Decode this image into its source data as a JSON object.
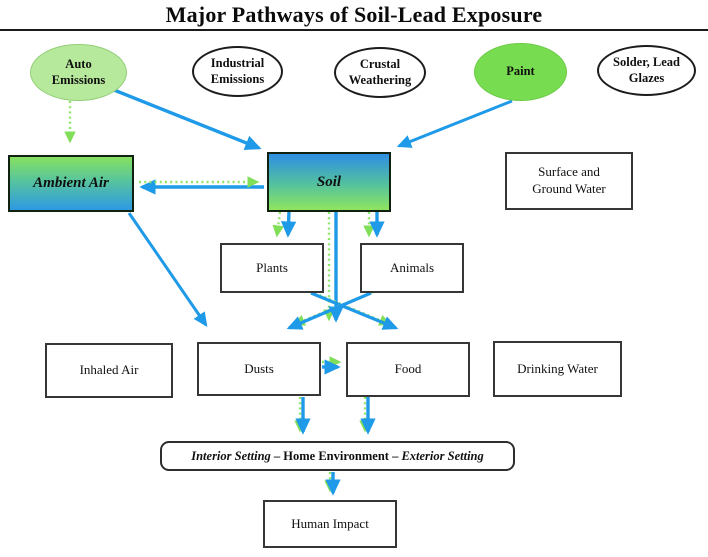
{
  "title": "Major Pathways of Soil-Lead Exposure",
  "nodes": {
    "auto": {
      "label": "Auto Emissions",
      "shape": "ellipse",
      "fill": "#b6e99b"
    },
    "industrial": {
      "label": "Industrial Emissions",
      "shape": "ellipse",
      "fill": "#ffffff"
    },
    "crustal": {
      "label": "Crustal Weathering",
      "shape": "ellipse",
      "fill": "#ffffff"
    },
    "paint": {
      "label": "Paint",
      "shape": "ellipse",
      "fill": "#78dc51"
    },
    "solder": {
      "label": "Solder, Lead Glazes",
      "shape": "ellipse",
      "fill": "#ffffff"
    },
    "ambient": {
      "label": "Ambient Air",
      "shape": "gradient-box",
      "gradient": "green-to-blue"
    },
    "soil": {
      "label": "Soil",
      "shape": "gradient-box",
      "gradient": "blue-to-green"
    },
    "surface": {
      "label": "Surface and Ground Water",
      "shape": "box"
    },
    "plants": {
      "label": "Plants",
      "shape": "box"
    },
    "animals": {
      "label": "Animals",
      "shape": "box"
    },
    "inhaled": {
      "label": "Inhaled Air",
      "shape": "box"
    },
    "dusts": {
      "label": "Dusts",
      "shape": "box"
    },
    "food": {
      "label": "Food",
      "shape": "box"
    },
    "drinking": {
      "label": "Drinking Water",
      "shape": "box"
    },
    "human": {
      "label": "Human Impact",
      "shape": "box"
    }
  },
  "interior": {
    "italic_left": "Interior Setting",
    "separator": " – ",
    "middle": "Home Environment",
    "italic_right": "Exterior Setting"
  },
  "edges": [
    {
      "from": "Auto Emissions",
      "to": "Ambient Air",
      "style": "green-dotted"
    },
    {
      "from": "Auto Emissions",
      "to": "Soil",
      "style": "blue-solid"
    },
    {
      "from": "Paint",
      "to": "Soil",
      "style": "blue-solid"
    },
    {
      "from": "Soil",
      "to": "Ambient Air",
      "style": "blue-solid"
    },
    {
      "from": "Ambient Air",
      "to": "Soil",
      "style": "green-dotted"
    },
    {
      "from": "Ambient Air",
      "to": "Dusts",
      "style": "blue-solid"
    },
    {
      "from": "Soil",
      "to": "Plants",
      "style": "blue-and-green"
    },
    {
      "from": "Soil",
      "to": "Animals",
      "style": "blue-and-green"
    },
    {
      "from": "Soil",
      "to": "Dusts/Food",
      "style": "blue-and-green"
    },
    {
      "from": "Plants",
      "to": "Food",
      "style": "blue-and-green"
    },
    {
      "from": "Animals",
      "to": "Dusts",
      "style": "blue-and-green"
    },
    {
      "from": "Dusts",
      "to": "Food",
      "style": "blue-and-green"
    },
    {
      "from": "Dusts",
      "to": "Interior Setting - Home Environment",
      "style": "blue-and-green"
    },
    {
      "from": "Food",
      "to": "Interior Setting - Home Environment",
      "style": "blue-and-green"
    },
    {
      "from": "Home Environment",
      "to": "Human Impact",
      "style": "blue-and-green"
    }
  ],
  "colors": {
    "arrow_blue": "#1e9ae8",
    "arrow_green": "#8ce66a",
    "ellipse_green_light": "#b6e99b",
    "ellipse_green_bright": "#78dc51",
    "gradient_green": "#8fe55f",
    "gradient_blue": "#2e8ee3",
    "border_dark": "#363636"
  }
}
